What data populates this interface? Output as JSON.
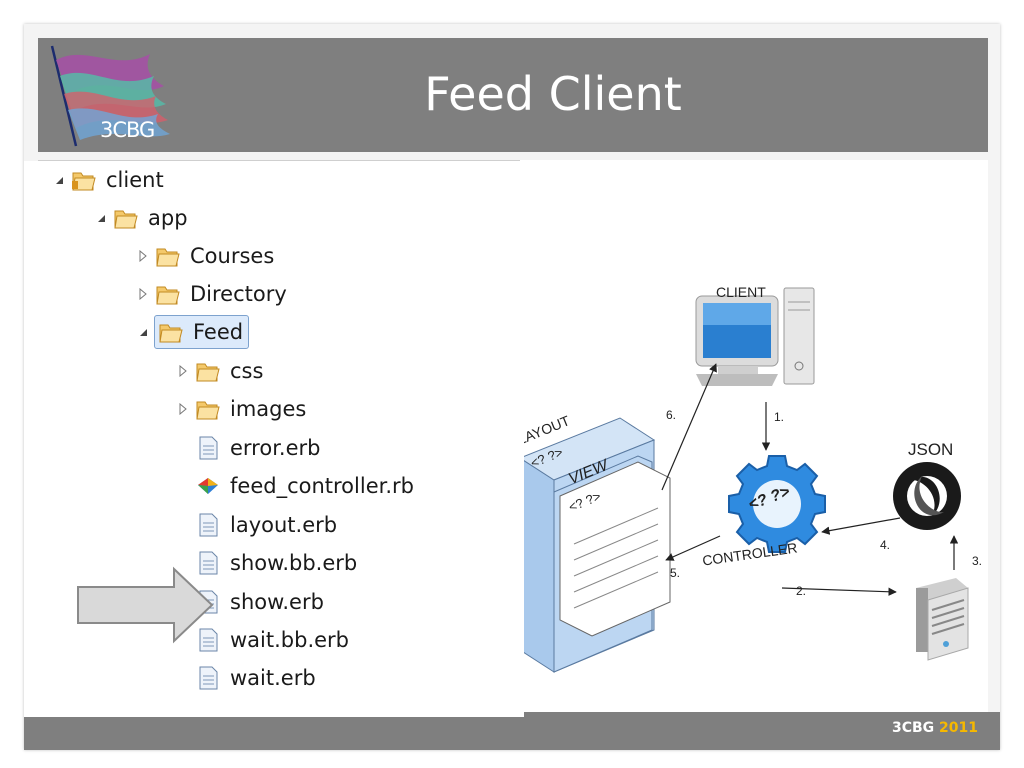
{
  "slide": {
    "title": "Feed Client",
    "logo_text": "3CBG",
    "footer_brand": "3CBG",
    "footer_year": "2011"
  },
  "tree": {
    "items": [
      {
        "label": "client",
        "level": 0,
        "expanded": true,
        "type": "project-folder"
      },
      {
        "label": "app",
        "level": 1,
        "expanded": true,
        "type": "folder"
      },
      {
        "label": "Courses",
        "level": 2,
        "expanded": false,
        "type": "folder"
      },
      {
        "label": "Directory",
        "level": 2,
        "expanded": false,
        "type": "folder"
      },
      {
        "label": "Feed",
        "level": 2,
        "expanded": true,
        "type": "folder",
        "selected": true
      },
      {
        "label": "css",
        "level": 3,
        "expanded": false,
        "type": "folder"
      },
      {
        "label": "images",
        "level": 3,
        "expanded": false,
        "type": "folder"
      },
      {
        "label": "error.erb",
        "level": 3,
        "type": "file"
      },
      {
        "label": "feed_controller.rb",
        "level": 3,
        "type": "ruby-file"
      },
      {
        "label": "layout.erb",
        "level": 3,
        "type": "file"
      },
      {
        "label": "show.bb.erb",
        "level": 3,
        "type": "file"
      },
      {
        "label": "show.erb",
        "level": 3,
        "type": "file"
      },
      {
        "label": "wait.bb.erb",
        "level": 3,
        "type": "file"
      },
      {
        "label": "wait.erb",
        "level": 3,
        "type": "file"
      }
    ]
  },
  "diagram": {
    "client_label": "CLIENT",
    "json_label": "JSON",
    "layout_label": "LAYOUT",
    "view_label": "VIEW",
    "layout_code": "<? ?>",
    "view_code": "<? ?>",
    "controller_label": "CONTROLLER",
    "controller_code": "<? ?>",
    "steps": [
      "1.",
      "2.",
      "3.",
      "4.",
      "5.",
      "6."
    ]
  },
  "colors": {
    "header_bg": "#7f7f7f",
    "footer_year": "#f6b800",
    "folder": "#f4c96b",
    "gear": "#2f8be0",
    "doc_blue": "#bcd6f2"
  }
}
